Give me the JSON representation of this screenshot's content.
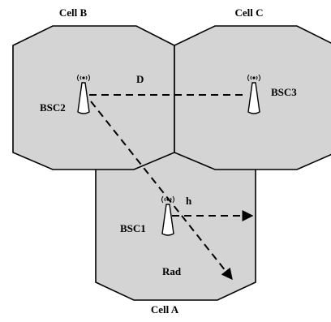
{
  "cells": {
    "a": "Cell A",
    "b": "Cell B",
    "c": "Cell C"
  },
  "stations": {
    "bsc1": "BSC1",
    "bsc2": "BSC2",
    "bsc3": "BSC3"
  },
  "labels": {
    "distance": "D",
    "height": "h",
    "radius": "Rad"
  },
  "colors": {
    "cell_fill": "#d4d4d4",
    "stroke": "#000000"
  }
}
